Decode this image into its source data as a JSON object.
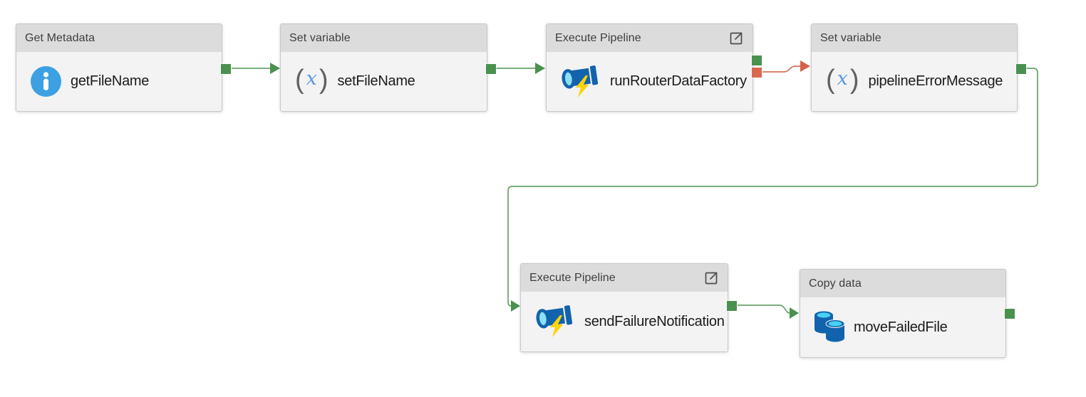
{
  "nodes": [
    {
      "type": "Get Metadata",
      "name": "getFileName"
    },
    {
      "type": "Set variable",
      "name": "setFileName"
    },
    {
      "type": "Execute Pipeline",
      "name": "runRouterDataFactory"
    },
    {
      "type": "Set variable",
      "name": "pipelineErrorMessage"
    },
    {
      "type": "Execute Pipeline",
      "name": "sendFailureNotification"
    },
    {
      "type": "Copy data",
      "name": "moveFailedFile"
    }
  ],
  "glyphs": {
    "paren_open": "(",
    "variable_x": "x",
    "paren_close": ")"
  },
  "connections": [
    {
      "from": "getFileName",
      "to": "setFileName",
      "condition": "success"
    },
    {
      "from": "setFileName",
      "to": "runRouterDataFactory",
      "condition": "success"
    },
    {
      "from": "runRouterDataFactory",
      "to": "pipelineErrorMessage",
      "condition": "failure"
    },
    {
      "from": "pipelineErrorMessage",
      "to": "sendFailureNotification",
      "condition": "success"
    },
    {
      "from": "sendFailureNotification",
      "to": "moveFailedFile",
      "condition": "success"
    }
  ],
  "colors": {
    "success_port": "#4a9150",
    "success_line": "#68a368",
    "success_arrow": "#4a9150",
    "failure_port": "#d9684e",
    "failure_line": "#d4735c",
    "failure_arrow": "#d55f48",
    "header_bg": "#dcdcdc",
    "body_bg": "#f3f3f3",
    "node_border": "#c8c8c8",
    "type_text": "#3e3e3e",
    "name_text": "#1b1b1b",
    "info_blue": "#3da0e3",
    "var_blue": "#5b97e0",
    "paren_gray": "#606060",
    "pipe_blue": "#1263ad",
    "pipe_cyan": "#8ce0f5",
    "bolt_yellow": "#ffd402",
    "db_blue": "#1263ad",
    "db_top": "#49d1f2",
    "ext_gray": "#4c4c4c"
  }
}
